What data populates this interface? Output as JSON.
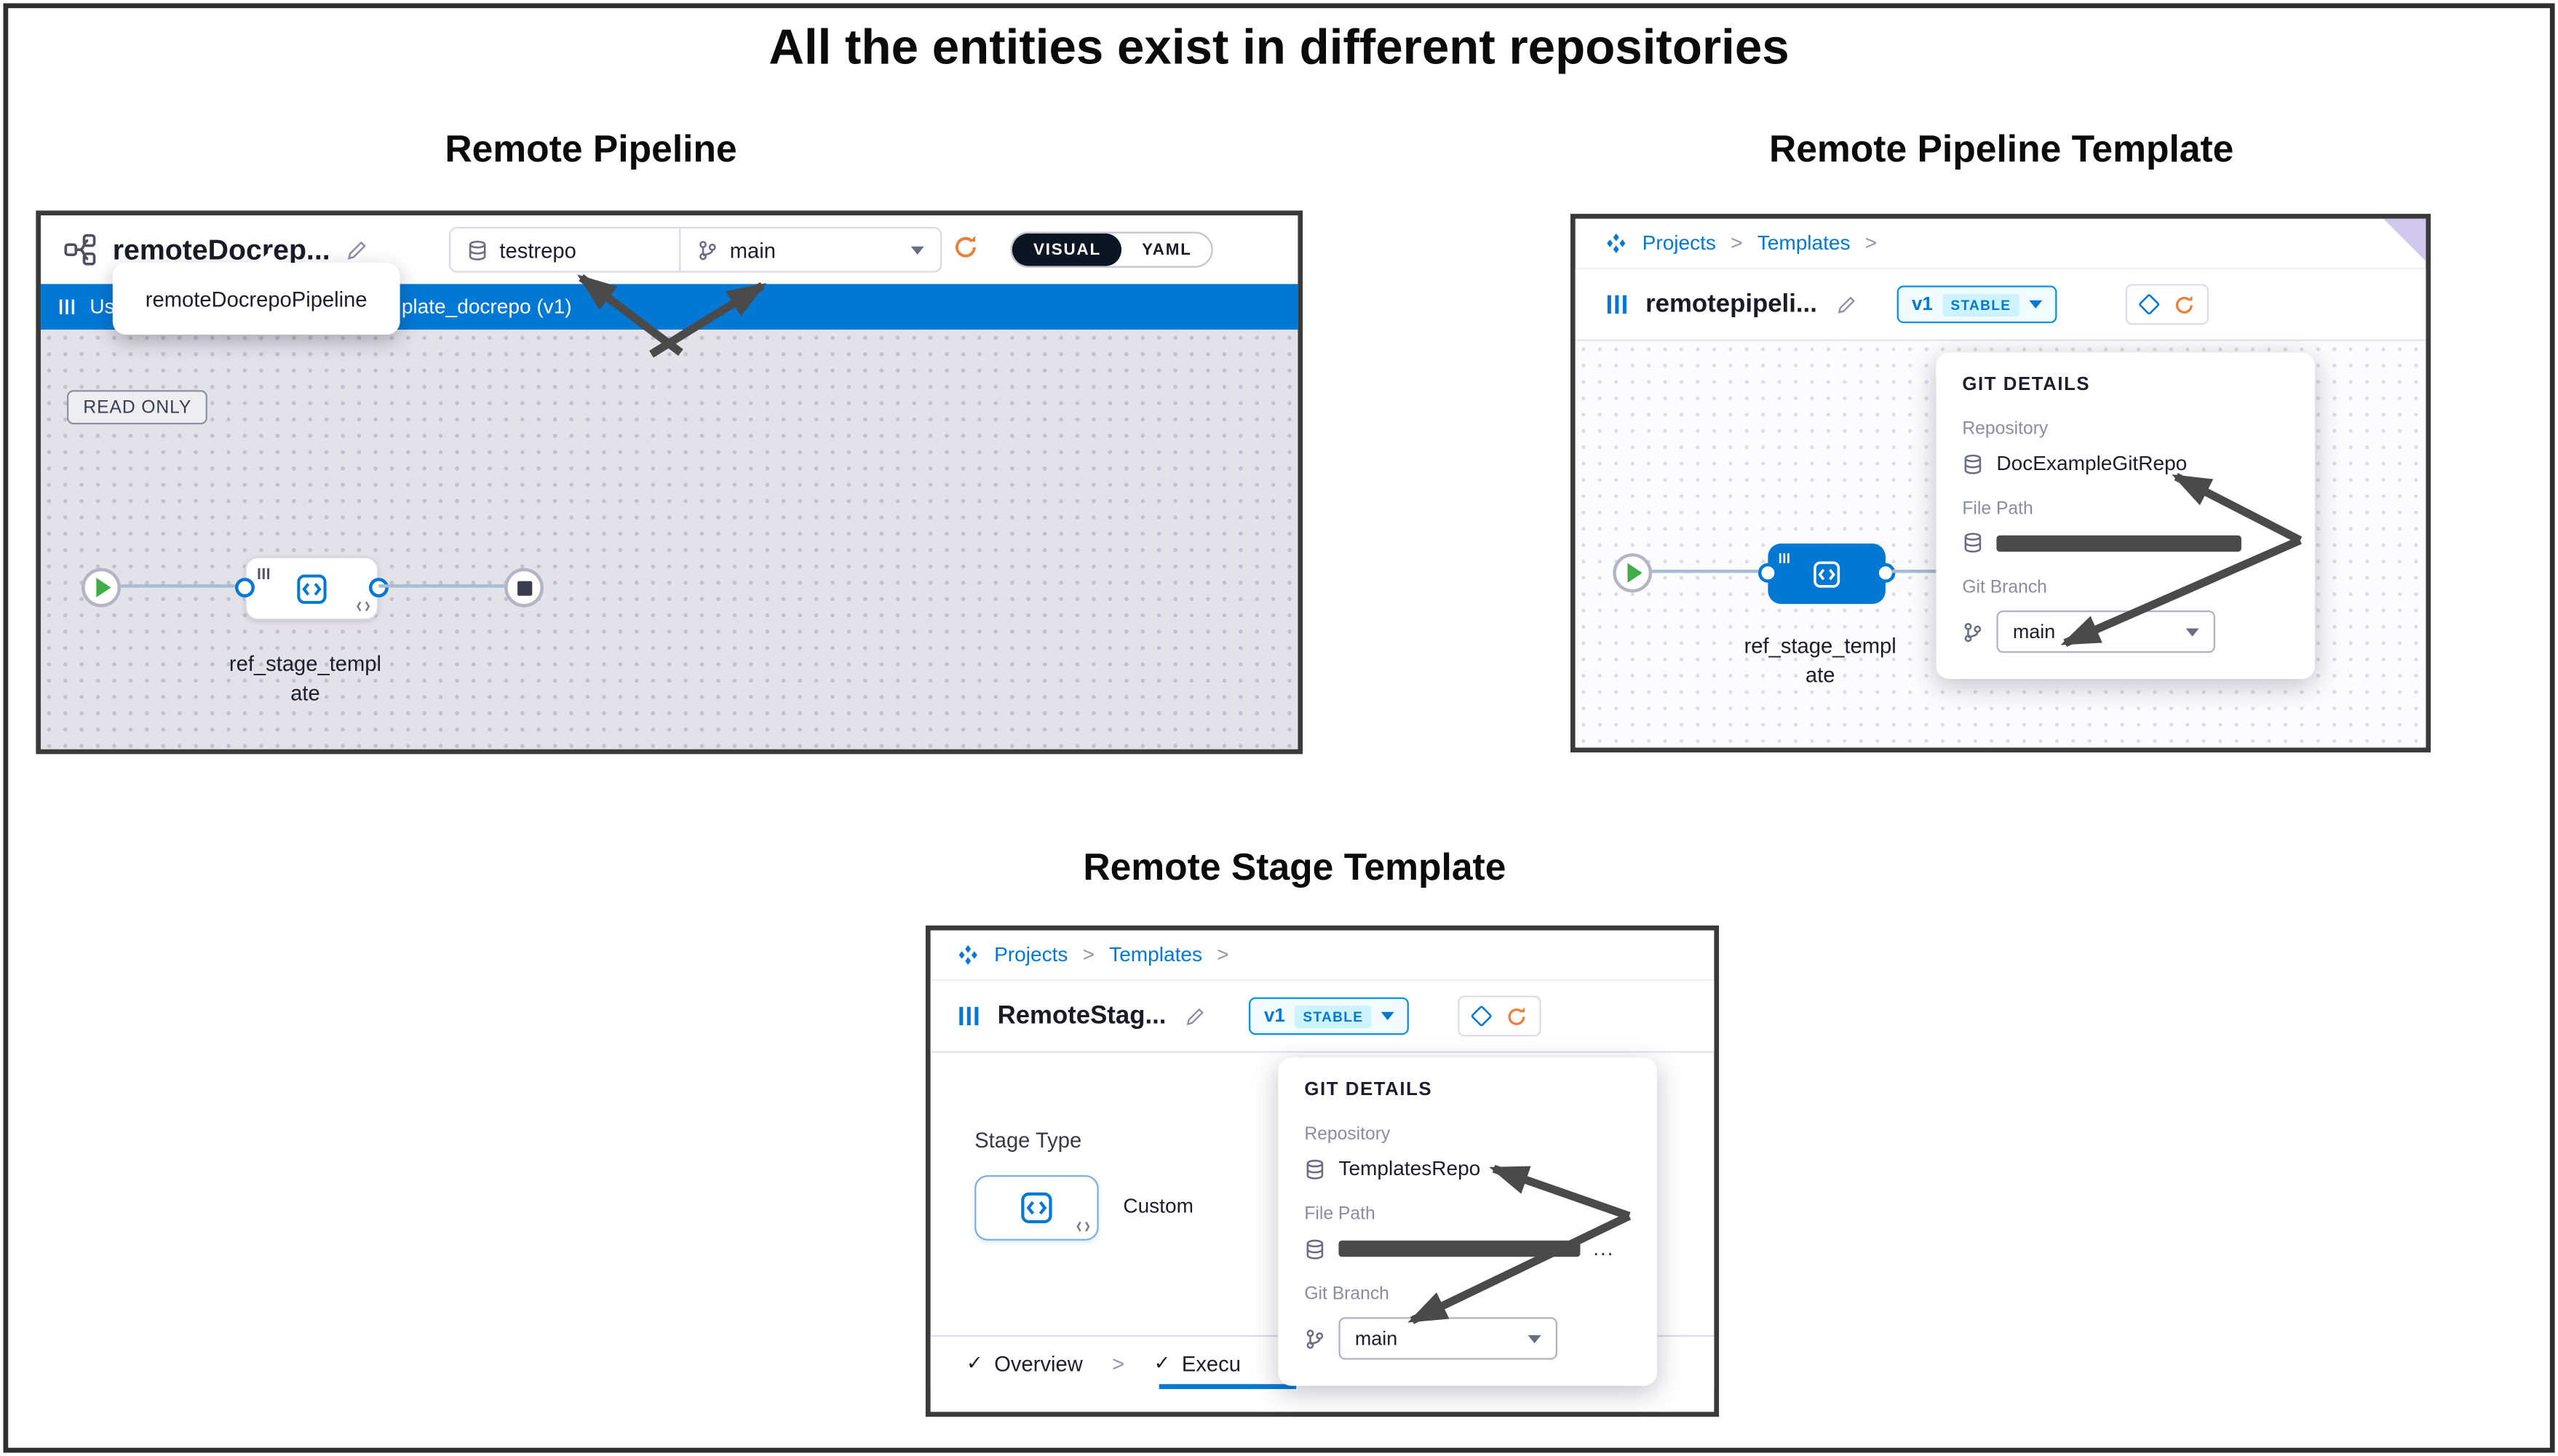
{
  "page": {
    "title": "All the entities exist in different repositories",
    "sections": {
      "remote_pipeline": "Remote Pipeline",
      "remote_pipeline_template": "Remote Pipeline Template",
      "remote_stage_template": "Remote Stage Template"
    }
  },
  "symbols": {
    "breadcrumb_sep": ">",
    "tab_sep": ">",
    "check": "✓",
    "ellipsis": "..."
  },
  "remote_pipeline": {
    "name": "remoteDocrep...",
    "tooltip": "remoteDocrepoPipeline",
    "repo": "testrepo",
    "branch": "main",
    "visual": "VISUAL",
    "yaml": "YAML",
    "banner_start": "Us",
    "banner_end": "plate_docrepo (v1)",
    "read_only": "READ ONLY",
    "stage_label": "ref_stage_template"
  },
  "remote_pipeline_template": {
    "breadcrumb": {
      "projects": "Projects",
      "templates": "Templates"
    },
    "name": "remotepipeli...",
    "version": "v1",
    "version_state": "STABLE",
    "stage_label": "ref_stage_template",
    "git_details": {
      "title": "GIT DETAILS",
      "repository_label": "Repository",
      "repository": "DocExampleGitRepo",
      "file_path_label": "File Path",
      "branch_label": "Git Branch",
      "branch": "main"
    }
  },
  "remote_stage_template": {
    "breadcrumb": {
      "projects": "Projects",
      "templates": "Templates"
    },
    "name": "RemoteStag...",
    "version": "v1",
    "version_state": "STABLE",
    "stage_type_label": "Stage Type",
    "stage_type": "Custom",
    "tab_overview": "Overview",
    "tab_execution": "Execu",
    "git_details": {
      "title": "GIT DETAILS",
      "repository_label": "Repository",
      "repository": "TemplatesRepo",
      "file_path_label": "File Path",
      "branch_label": "Git Branch",
      "branch": "main"
    }
  },
  "colors": {
    "accent_blue": "#0278d5",
    "arrow_gray": "#4a4a4a",
    "refresh_orange": "#e8823a"
  }
}
